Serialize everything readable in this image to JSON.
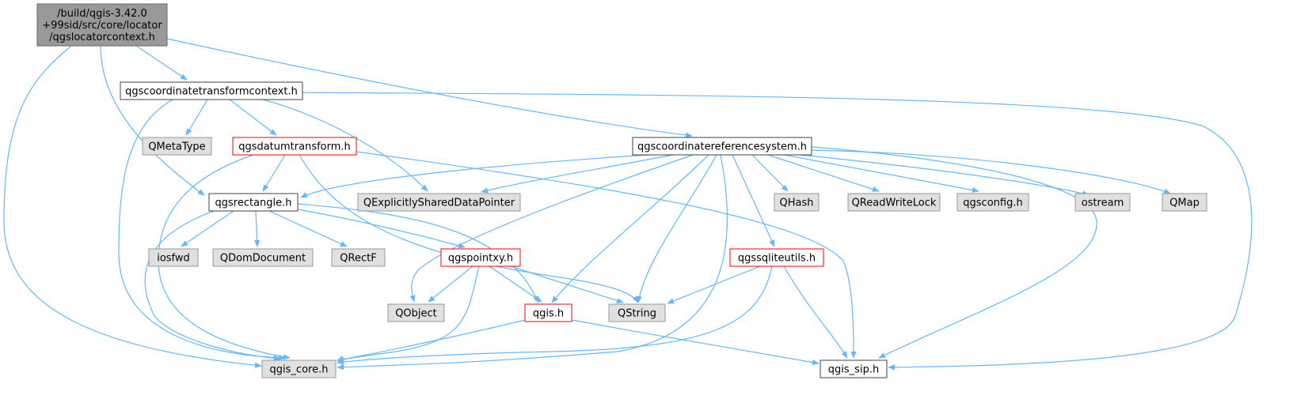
{
  "colors": {
    "edge": "#63b8ff",
    "root_fill": "#999999",
    "root_border": "#666666",
    "documented_border": "#404040",
    "undocumented_fill": "#e0e0e0",
    "undocumented_border": "#999999",
    "truncated_border": "#ff0000",
    "text": "#000000",
    "truncated_text": "#000000"
  },
  "nodes": [
    {
      "id": "root",
      "kind": "root",
      "lines": [
        "/build/qgis-3.42.0",
        "+99sid/src/core/locator",
        "/qgslocatorcontext.h"
      ]
    },
    {
      "id": "ctc",
      "kind": "documented",
      "lines": [
        "qgscoordinatetransformcontext.h"
      ]
    },
    {
      "id": "qmetatype",
      "kind": "external",
      "lines": [
        "QMetaType"
      ]
    },
    {
      "id": "datum",
      "kind": "truncated",
      "lines": [
        "qgsdatumtransform.h"
      ]
    },
    {
      "id": "crs",
      "kind": "documented",
      "lines": [
        "qgscoordinatereferencesystem.h"
      ]
    },
    {
      "id": "rect",
      "kind": "documented",
      "lines": [
        "qgsrectangle.h"
      ]
    },
    {
      "id": "qesdp",
      "kind": "external",
      "lines": [
        "QExplicitlySharedDataPointer"
      ]
    },
    {
      "id": "qhash",
      "kind": "external",
      "lines": [
        "QHash"
      ]
    },
    {
      "id": "qrwlock",
      "kind": "external",
      "lines": [
        "QReadWriteLock"
      ]
    },
    {
      "id": "qgsconfig",
      "kind": "external",
      "lines": [
        "qgsconfig.h"
      ]
    },
    {
      "id": "ostream",
      "kind": "external",
      "lines": [
        "ostream"
      ]
    },
    {
      "id": "qmap",
      "kind": "external",
      "lines": [
        "QMap"
      ]
    },
    {
      "id": "iosfwd",
      "kind": "external",
      "lines": [
        "iosfwd"
      ]
    },
    {
      "id": "qdomdoc",
      "kind": "external",
      "lines": [
        "QDomDocument"
      ]
    },
    {
      "id": "qrectf",
      "kind": "external",
      "lines": [
        "QRectF"
      ]
    },
    {
      "id": "pointxy",
      "kind": "truncated",
      "lines": [
        "qgspointxy.h"
      ]
    },
    {
      "id": "sqlite",
      "kind": "truncated",
      "lines": [
        "qgssqliteutils.h"
      ]
    },
    {
      "id": "qobject",
      "kind": "external",
      "lines": [
        "QObject"
      ]
    },
    {
      "id": "qgis",
      "kind": "truncated",
      "lines": [
        "qgis.h"
      ]
    },
    {
      "id": "qstring",
      "kind": "external",
      "lines": [
        "QString"
      ]
    },
    {
      "id": "qgiscore",
      "kind": "external",
      "lines": [
        "qgis_core.h"
      ]
    },
    {
      "id": "qgissip",
      "kind": "documented",
      "lines": [
        "qgis_sip.h"
      ]
    }
  ]
}
